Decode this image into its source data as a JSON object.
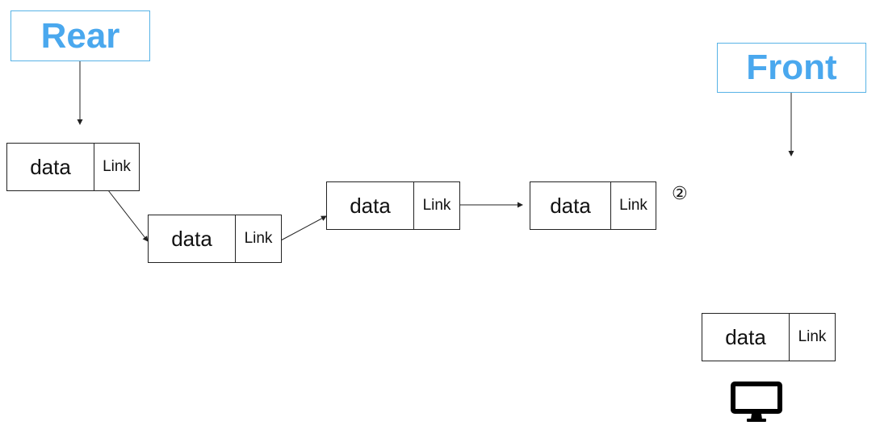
{
  "pointers": {
    "rear": "Rear",
    "front": "Front"
  },
  "nodes": [
    {
      "data": "data",
      "link": "Link"
    },
    {
      "data": "data",
      "link": "Link"
    },
    {
      "data": "data",
      "link": "Link"
    },
    {
      "data": "data",
      "link": "Link"
    },
    {
      "data": "data",
      "link": "Link"
    }
  ],
  "step_marker": "②",
  "icons": {
    "monitor": "monitor-icon"
  },
  "colors": {
    "pointer_text": "#4aa8ee",
    "pointer_border": "#58b3e6",
    "line": "#222222"
  }
}
